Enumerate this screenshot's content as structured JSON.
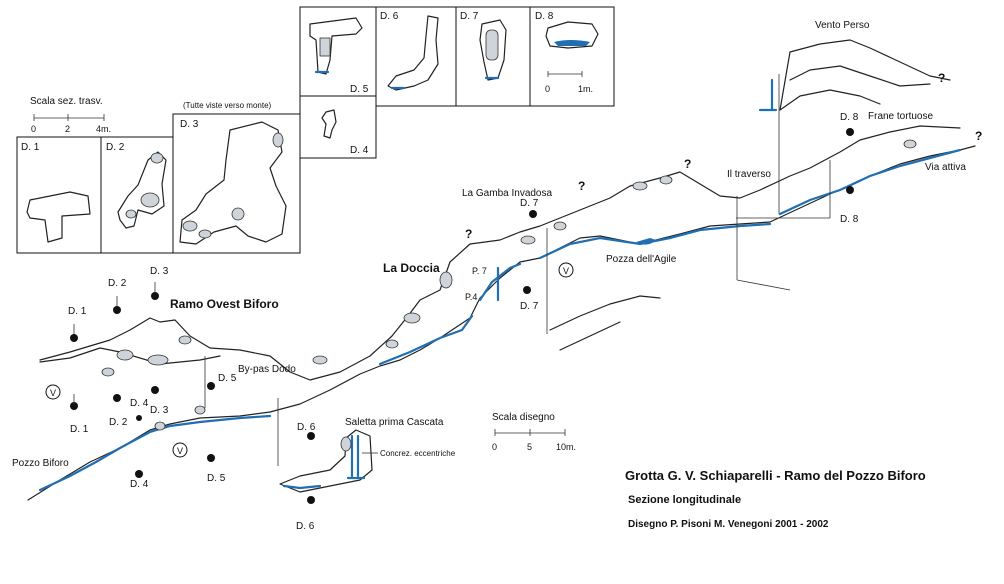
{
  "title": "Grotta G. V. Schiaparelli - Ramo del Pozzo Biforo",
  "subtitle": "Sezione longitudinale",
  "credits": "Disegno P. Pisoni M. Venegoni 2001 - 2002",
  "scale_sections": {
    "label": "Scala sez. trasv.",
    "ticks": [
      "0",
      "2",
      "4m."
    ]
  },
  "scale_drawing": {
    "label": "Scala disegno",
    "ticks": [
      "0",
      "5",
      "10m."
    ]
  },
  "scale_d8": {
    "ticks": [
      "0",
      "1m."
    ]
  },
  "sections_note": "(Tutte viste verso monte)",
  "section_boxes": [
    "D. 1",
    "D. 2",
    "D. 3",
    "D. 4",
    "D. 5",
    "D. 6",
    "D. 7",
    "D. 8"
  ],
  "place_names": {
    "vento_perso": "Vento Perso",
    "frane_tortuose": "Frane tortuose",
    "via_attiva": "Via attiva",
    "il_traverso": "Il traverso",
    "gamba_invadosa": "La Gamba Invadosa",
    "la_doccia": "La Doccia",
    "pozza_agile": "Pozza dell'Agile",
    "ramo_ovest": "Ramo Ovest Biforo",
    "by_pas_dodo": "By-pas Dodo",
    "saletta": "Saletta prima Cascata",
    "concrez": "Concrez. eccentriche",
    "pozzo_biforo": "Pozzo Biforo",
    "p7": "P. 7",
    "p4": "P.4"
  },
  "section_markers": {
    "d1": "D. 1",
    "d2": "D. 2",
    "d3": "D. 3",
    "d4": "D. 4",
    "d5": "D. 5",
    "d6": "D. 6",
    "d7": "D. 7",
    "d8": "D. 8"
  },
  "symbols": {
    "question": "?",
    "view": "V"
  },
  "colors": {
    "water": "#1f6fb2",
    "block": "#cfd4da",
    "ink": "#111111"
  }
}
